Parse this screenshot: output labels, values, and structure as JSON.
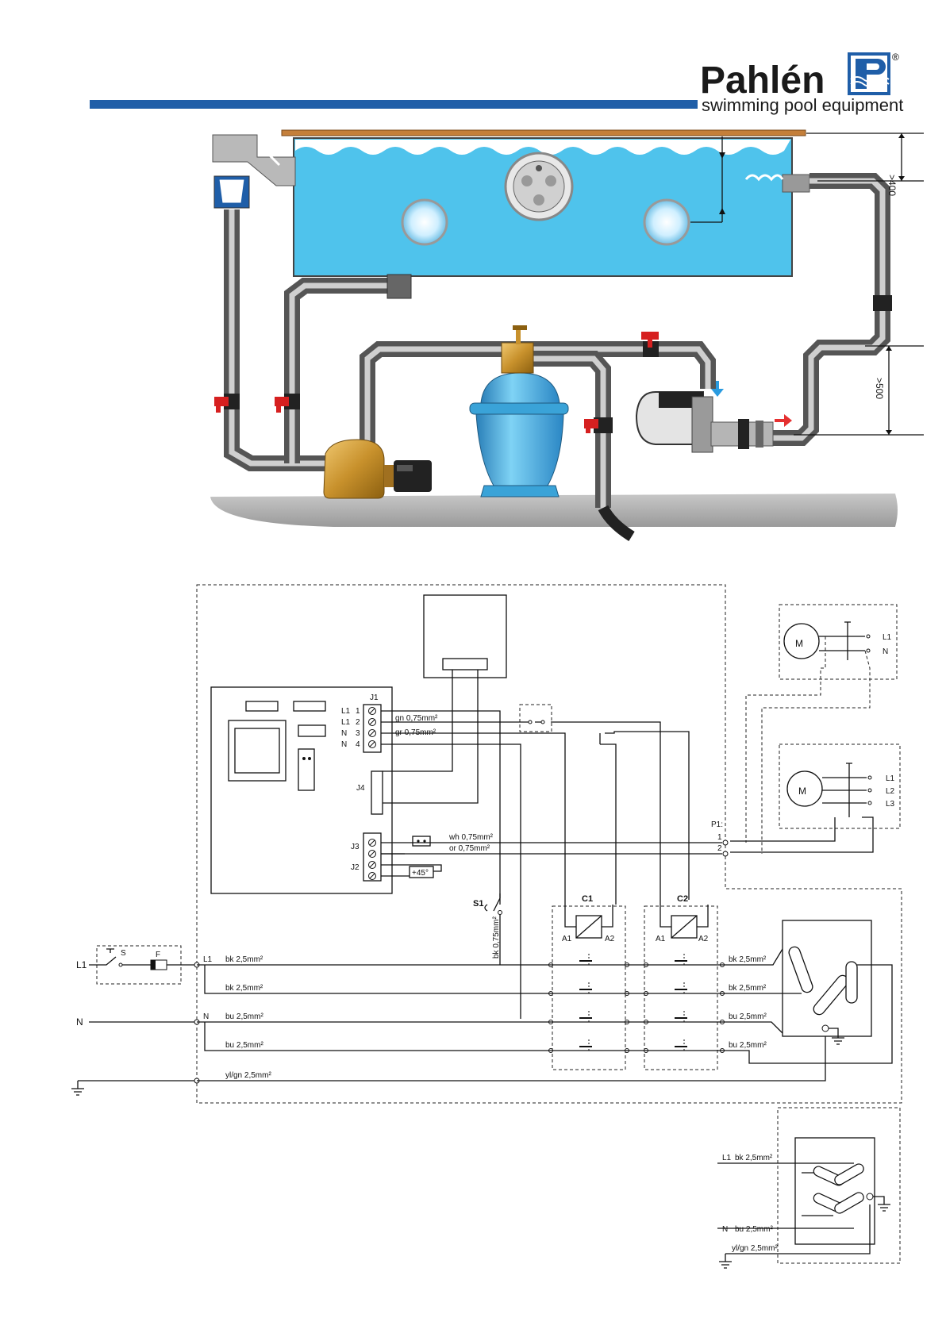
{
  "brand": {
    "name": "Pahlén",
    "registered": "®",
    "tagline": "swimming pool equipment",
    "colors": {
      "bar": "#1f5ea8",
      "water": "#4fc3ec",
      "filter": "#3aa3d8",
      "pump": "#d4a03a",
      "valve": "#d62020",
      "arrow_red": "#e53030",
      "arrow_blue": "#2a9be0"
    }
  },
  "installation": {
    "dim_top": ">400",
    "dim_bottom": ">500"
  },
  "schematic": {
    "motor_1ph": {
      "symbol": "M",
      "terminals": [
        "L1",
        "N"
      ]
    },
    "motor_3ph": {
      "symbol": "M",
      "terminals": [
        "L1",
        "L2",
        "L3"
      ]
    },
    "j1": {
      "label": "J1",
      "rows": [
        {
          "line": "L1",
          "num": "1"
        },
        {
          "line": "L1",
          "num": "2"
        },
        {
          "line": "N",
          "num": "3"
        },
        {
          "line": "N",
          "num": "4"
        }
      ],
      "wires": [
        "gn  0,75mm²",
        "gr  0,75mm²"
      ]
    },
    "j4": "J4",
    "j3": "J3",
    "j2": "J2",
    "j3_wires": [
      "wh  0,75mm²",
      "or  0,75mm²"
    ],
    "thermostat": "+45°",
    "p1": {
      "label": "P1:",
      "t1": "1",
      "t2": "2"
    },
    "s1": "S1",
    "s1_wire": "bk  0,75mm²",
    "c1": {
      "label": "C1",
      "a1": "A1",
      "a2": "A2"
    },
    "c2": {
      "label": "C2",
      "a1": "A1",
      "a2": "A2"
    },
    "supply": {
      "l1": "L1",
      "n": "N",
      "s": "S",
      "f": "F",
      "l1_int": "L1",
      "n_int": "N"
    },
    "wires_left": [
      "bk  2,5mm²",
      "bk  2,5mm²",
      "bu  2,5mm²",
      "bu  2,5mm²",
      "yl/gn  2,5mm²"
    ],
    "wires_right": [
      "bk  2,5mm²",
      "bk  2,5mm²",
      "bu  2,5mm²",
      "bu  2,5mm²"
    ],
    "alt": {
      "l1": "L1",
      "l1_wire": "bk  2,5mm²",
      "n": "N",
      "n_wire": "bu  2,5mm²",
      "pe_wire": "yl/gn  2,5mm²"
    }
  }
}
